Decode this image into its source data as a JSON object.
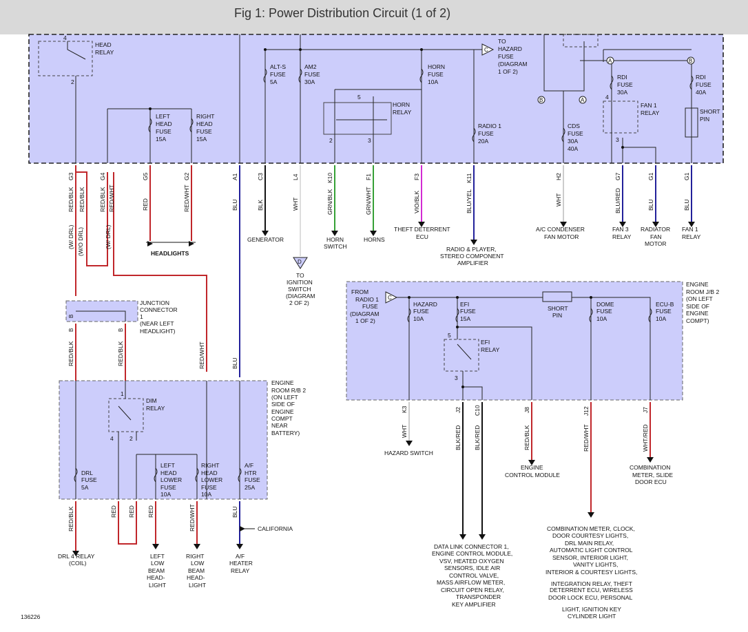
{
  "title": "Fig 1: Power Distribution Circuit (1 of 2)",
  "figure_number": "136226",
  "colors": {
    "box": "#cccdfb",
    "red": "#c0262a",
    "blue": "#22209a",
    "green": "#35a035",
    "violet": "#d22bd2",
    "black": "#111111"
  },
  "top_block": {
    "relays": {
      "head_relay": [
        "HEAD",
        "RELAY"
      ],
      "horn_relay": [
        "HORN",
        "RELAY"
      ],
      "fan1_relay": [
        "FAN 1",
        "RELAY"
      ]
    },
    "fuses": {
      "alts": [
        "ALT-S",
        "FUSE",
        "5A"
      ],
      "am2": [
        "AM2",
        "FUSE",
        "30A"
      ],
      "horn": [
        "HORN",
        "FUSE",
        "10A"
      ],
      "radio1": [
        "RADIO 1",
        "FUSE",
        "20A"
      ],
      "left_head": [
        "LEFT",
        "HEAD",
        "FUSE",
        "15A"
      ],
      "right_head": [
        "RIGHT",
        "HEAD",
        "FUSE",
        "15A"
      ],
      "rdi30": [
        "RDI",
        "FUSE",
        "30A"
      ],
      "rdi40": [
        "RDI",
        "FUSE",
        "40A"
      ],
      "cds": [
        "CDS",
        "FUSE",
        "30A",
        "40A"
      ],
      "short_pin": [
        "SHORT",
        "PIN"
      ]
    },
    "to_hazard": [
      "TO",
      "HAZARD",
      "FUSE",
      "(DIAGRAM",
      "1 OF 2)"
    ],
    "markers": {
      "a": "A",
      "b": "B",
      "c": "C",
      "d": "D"
    }
  },
  "connectors": {
    "g3": "G3",
    "g4": "G4",
    "g5": "G5",
    "g2": "G2",
    "a1": "A1",
    "c3": "C3",
    "l4": "L4",
    "k10": "K10",
    "f1": "F1",
    "f3": "F3",
    "k11": "K11",
    "h2": "H2",
    "g7": "G7",
    "g1a": "G1",
    "g1b": "G1",
    "b1": "B",
    "b2": "B",
    "b3": "B",
    "k3": "K3",
    "j2": "J2",
    "c10": "C10",
    "j8": "J8",
    "j12": "J12",
    "j7": "J7"
  },
  "wires": {
    "redblk": "RED/BLK",
    "redwht": "RED/WHT",
    "red": "RED",
    "blu": "BLU",
    "blk": "BLK",
    "wht": "WHT",
    "grnblk": "GRN/BLK",
    "grnwht": "GRN/WHT",
    "vioblk": "VIO/BLK",
    "bluyel": "BLU/YEL",
    "blured": "BLU/RED",
    "blkred": "BLK/RED",
    "whtred": "WHT/RED"
  },
  "drl": {
    "wdrl": "(W/ DRL)",
    "wodrl": "(W/O DRL)"
  },
  "destinations": {
    "headlights": "HEADLIGHTS",
    "generator": "GENERATOR",
    "ignition_switch": [
      "TO",
      "IGNITION",
      "SWITCH",
      "(DIAGRAM",
      "2 OF 2)"
    ],
    "horn_switch": [
      "HORN",
      "SWITCH"
    ],
    "horns": "HORNS",
    "theft_ecu": [
      "THEFT DETERRENT",
      "ECU"
    ],
    "radio_player": [
      "RADIO & PLAYER,",
      "STEREO COMPONENT",
      "AMPLIFIER"
    ],
    "ac_fan": [
      "A/C CONDENSER",
      "FAN MOTOR"
    ],
    "fan3_relay": [
      "FAN 3",
      "RELAY"
    ],
    "radiator_fan": [
      "RADIATOR",
      "FAN",
      "MOTOR"
    ],
    "fan1_relay_dest": [
      "FAN 1",
      "RELAY"
    ],
    "drl4_relay": [
      "DRL 4 RELAY",
      "(COIL)"
    ],
    "left_low_beam": [
      "LEFT",
      "LOW",
      "BEAM",
      "HEAD-",
      "LIGHT"
    ],
    "right_low_beam": [
      "RIGHT",
      "LOW",
      "BEAM",
      "HEAD-",
      "LIGHT"
    ],
    "af_heater": [
      "A/F",
      "HEATER",
      "RELAY"
    ],
    "california": "CALIFORNIA",
    "hazard_switch": "HAZARD SWITCH",
    "engine_control": [
      "ENGINE",
      "CONTROL MODULE"
    ],
    "combination_slide": [
      "COMBINATION",
      "METER, SLIDE",
      "DOOR ECU"
    ],
    "data_link": [
      "DATA LINK CONNECTOR 1,",
      "ENGINE CONTROL MODULE,",
      "VSV, HEATED OXYGEN",
      "SENSORS, IDLE AIR",
      "CONTROL VALVE,",
      "MASS AIRFLOW METER,",
      "CIRCUIT OPEN RELAY,",
      "TRANSPONDER",
      "KEY AMPLIFIER"
    ],
    "combination_clock": [
      "COMBINATION METER, CLOCK,",
      "DOOR COURTESY LIGHTS,",
      "DRL MAIN RELAY,",
      "AUTOMATIC LIGHT CONTROL",
      "SENSOR, INTERIOR LIGHT,",
      "VANITY LIGHTS,",
      "INTERIOR & COURTESY LIGHTS,",
      "INTEGRATION RELAY, THEFT",
      "DETERRENT ECU, WIRELESS",
      "DOOR LOCK ECU, PERSONAL",
      "LIGHT, IGNITION KEY",
      "CYLINDER LIGHT"
    ]
  },
  "junction_connector": [
    "JUNCTION",
    "CONNECTOR",
    "1",
    "(NEAR LEFT",
    "HEADLIGHT)"
  ],
  "engine_room_rb2": {
    "label": [
      "ENGINE",
      "ROOM R/B 2",
      "(ON LEFT",
      "SIDE OF",
      "ENGINE",
      "COMPT",
      "NEAR",
      "BATTERY)"
    ],
    "dim_relay": [
      "DIM",
      "RELAY"
    ],
    "drl_fuse": [
      "DRL",
      "FUSE",
      "5A"
    ],
    "left_lower": [
      "LEFT",
      "HEAD",
      "LOWER",
      "FUSE",
      "10A"
    ],
    "right_lower": [
      "RIGHT",
      "HEAD",
      "LOWER",
      "FUSE",
      "10A"
    ],
    "af_htr": [
      "A/F",
      "HTR",
      "FUSE",
      "25A"
    ]
  },
  "engine_room_jb2": {
    "label": [
      "ENGINE",
      "ROOM J/B 2",
      "(ON LEFT",
      "SIDE OF",
      "ENGINE",
      "COMPT)"
    ],
    "from_radio": [
      "FROM",
      "RADIO 1",
      "FUSE",
      "(DIAGRAM",
      "1 OF 2)"
    ],
    "hazard": [
      "HAZARD",
      "FUSE",
      "10A"
    ],
    "efi": [
      "EFI",
      "FUSE",
      "15A"
    ],
    "short_pin": [
      "SHORT",
      "PIN"
    ],
    "dome": [
      "DOME",
      "FUSE",
      "10A"
    ],
    "ecub": [
      "ECU-B",
      "FUSE",
      "10A"
    ],
    "efi_relay": [
      "EFI",
      "RELAY"
    ]
  },
  "pins": {
    "p1": "1",
    "p2": "2",
    "p3": "3",
    "p4": "4",
    "p5": "5"
  }
}
